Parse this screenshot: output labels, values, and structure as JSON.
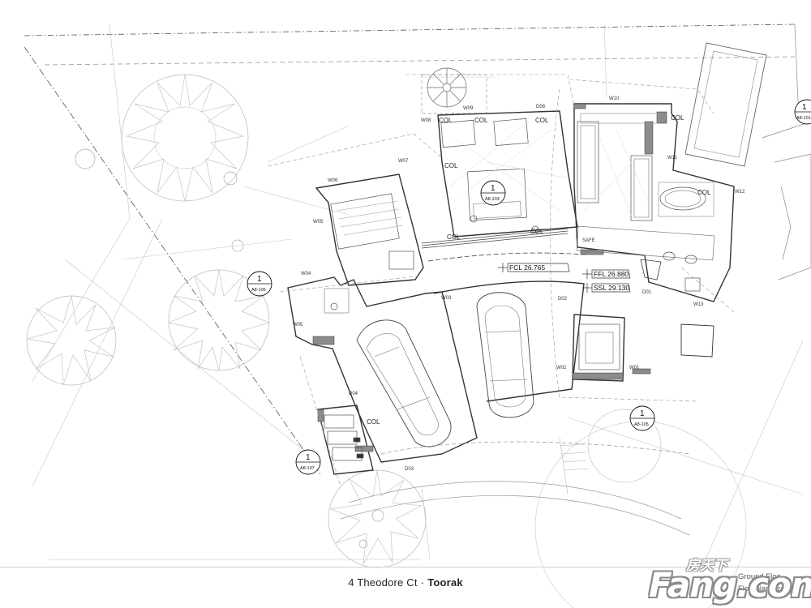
{
  "drawing": {
    "level_fcl": "FCL 26.765",
    "level_ffl": "FFL 26.880",
    "level_ssl": "SSL 29.130",
    "col_label": "COL",
    "safe_label": "SAFE",
    "windows": [
      "W08",
      "W09",
      "D08",
      "W10",
      "W11",
      "W12",
      "W07",
      "W06",
      "W05",
      "W04",
      "W03",
      "W13",
      "D01",
      "D02",
      "W02",
      "W01",
      "D04",
      "D03"
    ],
    "section_refs": [
      {
        "num": "1",
        "code": "A8-103"
      },
      {
        "num": "1",
        "code": "A8-106"
      },
      {
        "num": "1",
        "code": "A8-105"
      },
      {
        "num": "1",
        "code": "A8-107"
      },
      {
        "num": "1",
        "code": "A8-101"
      }
    ]
  },
  "footer": {
    "address": "4 Theodore Ct",
    "separator": "·",
    "suburb": "Toorak",
    "sheet_name": "Ground Floo",
    "sheet_sub": "Floorplan Drawin"
  },
  "watermark": {
    "cn": "房天下",
    "en": "Fang.com"
  }
}
